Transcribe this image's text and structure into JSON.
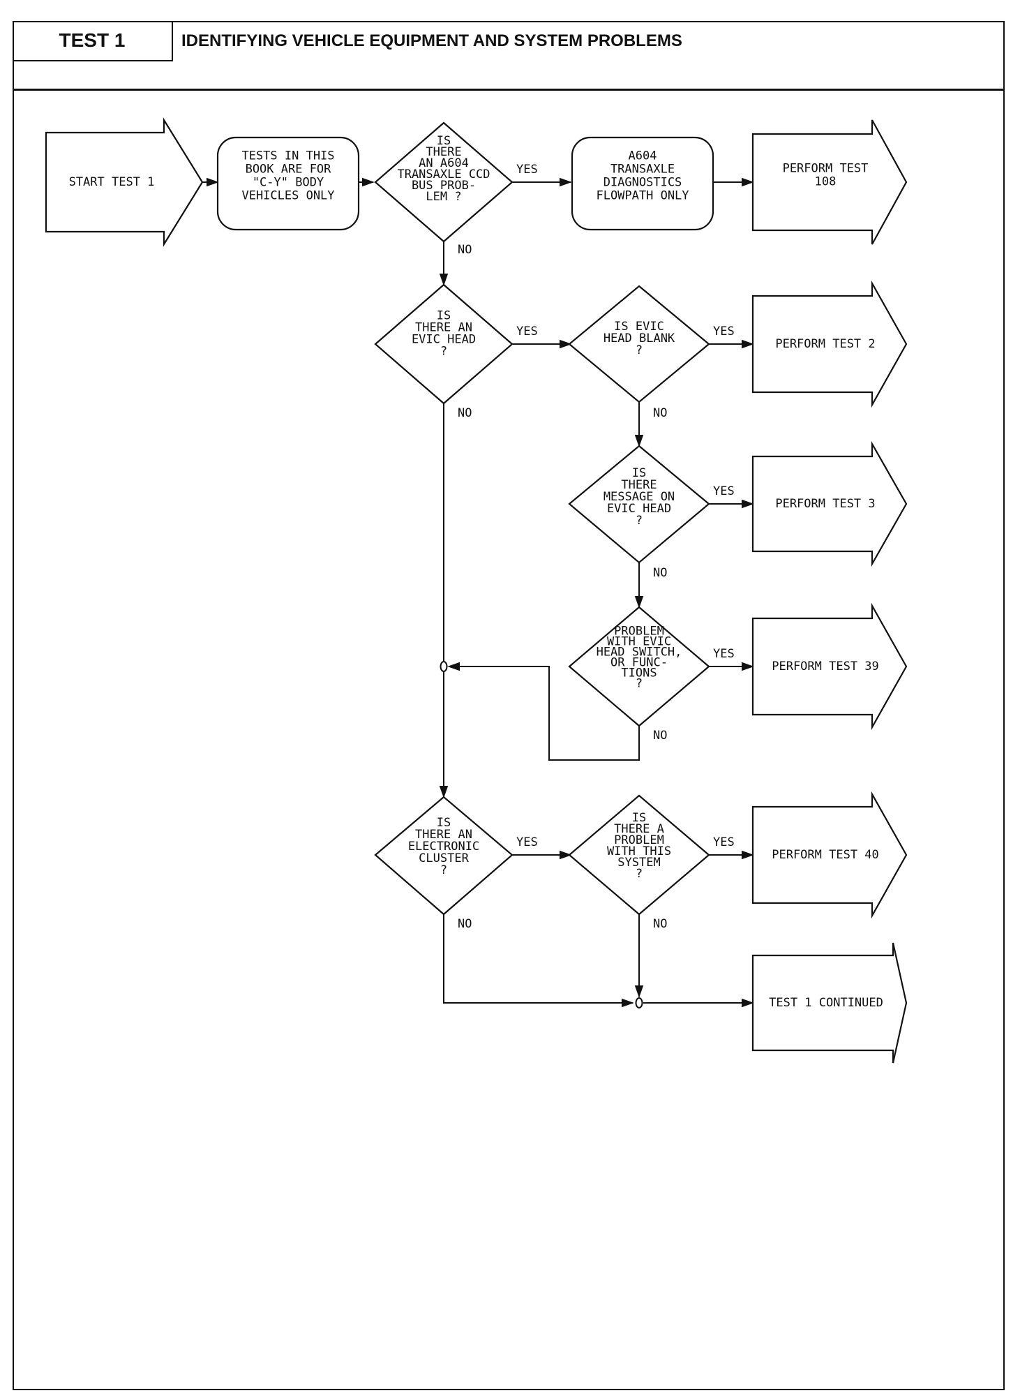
{
  "header": {
    "test_label": "TEST 1",
    "title": "IDENTIFYING VEHICLE EQUIPMENT AND SYSTEM PROBLEMS"
  },
  "nodes": {
    "start": [
      "START TEST 1"
    ],
    "tests_book": [
      "TESTS IN THIS",
      "BOOK ARE FOR",
      "\"C-Y\" BODY",
      "VEHICLES ONLY"
    ],
    "q_a604": [
      "IS",
      "THERE",
      "AN A604",
      "TRANSAXLE CCD",
      "BUS PROB-",
      "LEM ?"
    ],
    "a604_flowpath": [
      "A604",
      "TRANSAXLE",
      "DIAGNOSTICS",
      "FLOWPATH ONLY"
    ],
    "perform_108": [
      "PERFORM TEST",
      "108"
    ],
    "q_evic_head": [
      "IS",
      "THERE AN",
      "EVIC HEAD",
      "?"
    ],
    "q_evic_blank": [
      "IS EVIC",
      "HEAD BLANK",
      "?"
    ],
    "perform_2": [
      "PERFORM TEST 2"
    ],
    "q_message": [
      "IS",
      "THERE",
      "MESSAGE ON",
      "EVIC HEAD",
      "?"
    ],
    "perform_3": [
      "PERFORM TEST 3"
    ],
    "q_switch": [
      "PROBLEM",
      "WITH EVIC",
      "HEAD SWITCH,",
      "OR FUNC-",
      "TIONS",
      "?"
    ],
    "perform_39": [
      "PERFORM TEST 39"
    ],
    "q_cluster": [
      "IS",
      "THERE AN",
      "ELECTRONIC",
      "CLUSTER",
      "?"
    ],
    "q_system": [
      "IS",
      "THERE A",
      "PROBLEM",
      "WITH THIS",
      "SYSTEM",
      "?"
    ],
    "perform_40": [
      "PERFORM TEST 40"
    ],
    "continued": [
      "TEST 1 CONTINUED"
    ]
  },
  "edge_labels": {
    "yes": "YES",
    "no": "NO"
  }
}
